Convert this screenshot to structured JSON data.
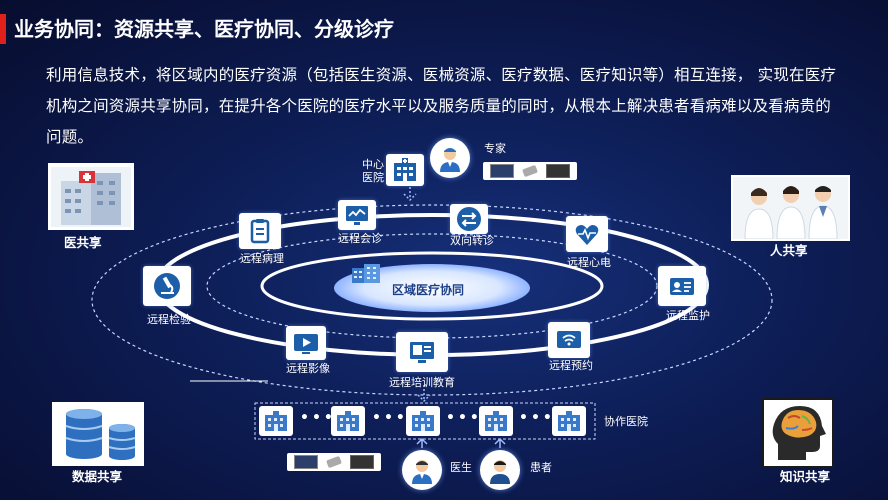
{
  "title": "业务协同：资源共享、医疗协同、分级诊疗",
  "description": "利用信息技术，将区域内的医疗资源（包括医生资源、医械资源、医疗数据、医疗知识等）相互连接， 实现在医疗机构之间资源共享协同，在提升各个医院的医疗水平以及服务质量的同时，从根本上解决患者看病难以及看病贵的问题。",
  "center_label": "区域医疗协同",
  "top": {
    "center_hospital": "中心医院",
    "expert": "专家"
  },
  "ring_items": [
    {
      "label": "远程病理",
      "icon": "clipboard-icon"
    },
    {
      "label": "远程会诊",
      "icon": "monitor-chart-icon"
    },
    {
      "label": "双向转诊",
      "icon": "transfer-arrows-icon"
    },
    {
      "label": "远程心电",
      "icon": "heart-ecg-icon"
    },
    {
      "label": "远程检验",
      "icon": "microscope-icon"
    },
    {
      "label": "远程监护",
      "icon": "id-card-icon"
    },
    {
      "label": "远程影像",
      "icon": "play-screen-icon"
    },
    {
      "label": "远程培训教育",
      "icon": "presentation-icon"
    },
    {
      "label": "远程预约",
      "icon": "wifi-screen-icon"
    }
  ],
  "corners": {
    "hospital_share": "医共享",
    "people_share": "人共享",
    "data_share": "数据共享",
    "knowledge_share": "知识共享"
  },
  "bottom": {
    "partner_hospitals": "协作医院",
    "doctor": "医生",
    "patient": "患者"
  },
  "colors": {
    "accent": "#e0201b",
    "icon_blue": "#1c5fa8",
    "ring": "#ffffff"
  }
}
